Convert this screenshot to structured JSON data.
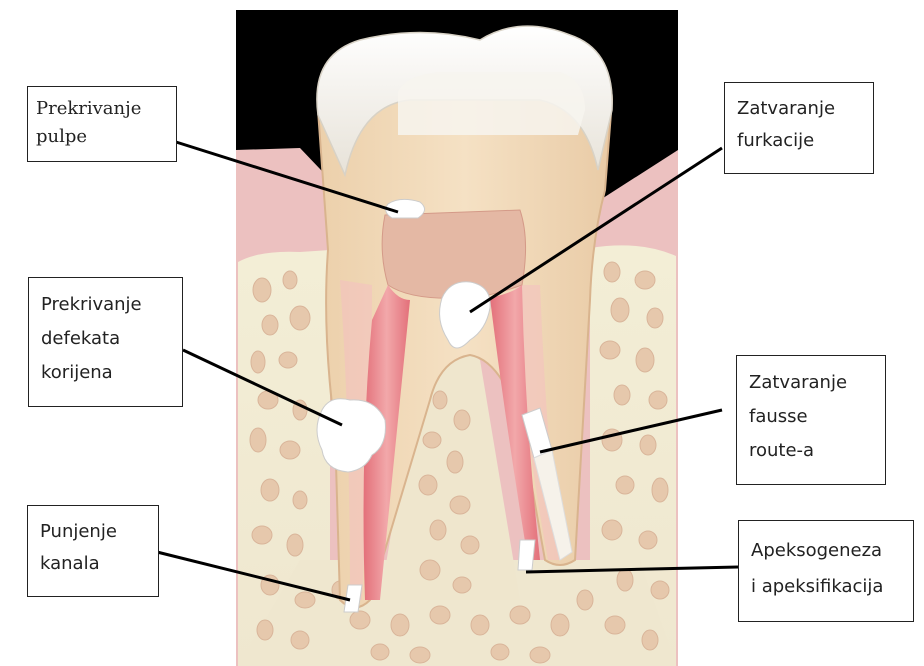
{
  "labels": {
    "pulp_capping": "Prekrivanje\npulpe",
    "furcation_closure": "Zatvaranje\nfurkacije",
    "root_defect_covering": "Prekrivanje\ndefekata\nkorijena",
    "fausse_route_closure": "Zatvaranje\nfausse\nroute-a",
    "canal_filling": "Punjenje\nkanala",
    "apexogenesis": "Apeksogeneza\ni apeksifikacija"
  },
  "colors": {
    "background": "#000000",
    "gum": "#ecc1c0",
    "bone": "#f1ecd3",
    "bone_hole": "#ead0b4",
    "dentin": "#f0d7b5",
    "enamel": "#f4f1ec",
    "pulp": "#e8868c",
    "pulp_chamber": "#e4b8a4",
    "material": "#ffffff",
    "leader_line": "#000000"
  }
}
